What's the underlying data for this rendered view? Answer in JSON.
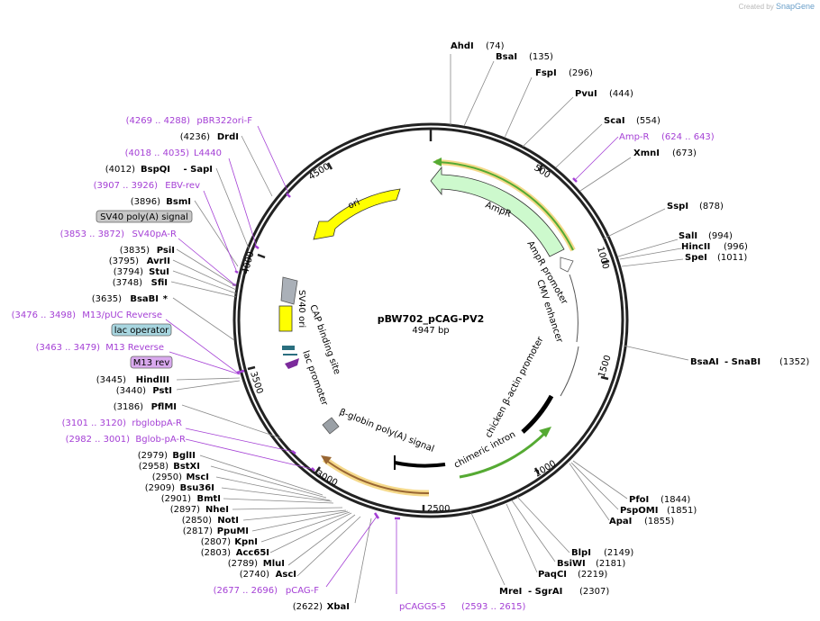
{
  "credit": {
    "created_by": "Created by",
    "product": "SnapGene"
  },
  "plasmid": {
    "name": "pBW702_pCAG-PV2",
    "size": "4947 bp"
  },
  "ticks": [
    "500",
    "1000",
    "1500",
    "2000",
    "2500",
    "3000",
    "3500",
    "4000",
    "4500"
  ],
  "colors": {
    "site_line": "#777777",
    "primer": "#a43fd5",
    "backbone": "#222222",
    "feature_fill_ampr": "#cdf9cd",
    "ori": "#ffff00",
    "text": "#000000"
  },
  "sites": [
    {
      "name": "AhdI",
      "pos": "(74)",
      "kind": "enzyme"
    },
    {
      "name": "BsaI",
      "pos": "(135)",
      "kind": "enzyme"
    },
    {
      "name": "FspI",
      "pos": "(296)",
      "kind": "enzyme"
    },
    {
      "name": "PvuI",
      "pos": "(444)",
      "kind": "enzyme"
    },
    {
      "name": "ScaI",
      "pos": "(554)",
      "kind": "enzyme"
    },
    {
      "name": "Amp-R",
      "pos": "(624 .. 643)",
      "kind": "primer"
    },
    {
      "name": "XmnI",
      "pos": "(673)",
      "kind": "enzyme"
    },
    {
      "name": "SspI",
      "pos": "(878)",
      "kind": "enzyme"
    },
    {
      "name": "SalI",
      "pos": "(994)",
      "kind": "enzyme"
    },
    {
      "name": "HincII",
      "pos": "(996)",
      "kind": "enzyme"
    },
    {
      "name": "SpeI",
      "pos": "(1011)",
      "kind": "enzyme"
    },
    {
      "name": "BsaAI",
      "name2": "SnaBI",
      "pos": "(1352)",
      "kind": "enzyme"
    },
    {
      "name": "PfoI",
      "pos": "(1844)",
      "kind": "enzyme"
    },
    {
      "name": "PspOMI",
      "pos": "(1851)",
      "kind": "enzyme"
    },
    {
      "name": "ApaI",
      "pos": "(1855)",
      "kind": "enzyme"
    },
    {
      "name": "BlpI",
      "pos": "(2149)",
      "kind": "enzyme"
    },
    {
      "name": "BsiWI",
      "pos": "(2181)",
      "kind": "enzyme"
    },
    {
      "name": "PaqCI",
      "pos": "(2219)",
      "kind": "enzyme"
    },
    {
      "name": "MreI",
      "name2": "SgrAI",
      "pos": "(2307)",
      "kind": "enzyme"
    },
    {
      "name": "pCAGGS-5",
      "pos": "(2593 .. 2615)",
      "kind": "primer"
    },
    {
      "name": "XbaI",
      "pos": "(2622)",
      "kind": "enzyme"
    },
    {
      "name": "pCAG-F",
      "pos": "(2677 .. 2696)",
      "kind": "primer"
    },
    {
      "name": "AscI",
      "pos": "(2740)",
      "kind": "enzyme"
    },
    {
      "name": "MluI",
      "pos": "(2789)",
      "kind": "enzyme"
    },
    {
      "name": "Acc65I",
      "pos": "(2803)",
      "kind": "enzyme"
    },
    {
      "name": "KpnI",
      "pos": "(2807)",
      "kind": "enzyme"
    },
    {
      "name": "PpuMI",
      "pos": "(2817)",
      "kind": "enzyme"
    },
    {
      "name": "NotI",
      "pos": "(2850)",
      "kind": "enzyme"
    },
    {
      "name": "NheI",
      "pos": "(2897)",
      "kind": "enzyme"
    },
    {
      "name": "BmtI",
      "pos": "(2901)",
      "kind": "enzyme"
    },
    {
      "name": "Bsu36I",
      "pos": "(2909)",
      "kind": "enzyme"
    },
    {
      "name": "MscI",
      "pos": "(2950)",
      "kind": "enzyme"
    },
    {
      "name": "BstXI",
      "pos": "(2958)",
      "kind": "enzyme"
    },
    {
      "name": "BglII",
      "pos": "(2979)",
      "kind": "enzyme"
    },
    {
      "name": "Bglob-pA-R",
      "pos": "(2982 .. 3001)",
      "kind": "primer"
    },
    {
      "name": "rbglobpA-R",
      "pos": "(3101 .. 3120)",
      "kind": "primer"
    },
    {
      "name": "PflMI",
      "pos": "(3186)",
      "kind": "enzyme"
    },
    {
      "name": "PstI",
      "pos": "(3440)",
      "kind": "enzyme"
    },
    {
      "name": "HindIII",
      "pos": "(3445)",
      "kind": "enzyme"
    },
    {
      "name": "M13 rev",
      "kind": "feature_box"
    },
    {
      "name": "M13 Reverse",
      "pos": "(3463 .. 3479)",
      "kind": "primer"
    },
    {
      "name": "lac operator",
      "kind": "feature_box"
    },
    {
      "name": "M13/pUC Reverse",
      "pos": "(3476 .. 3498)",
      "kind": "primer"
    },
    {
      "name": "BsaBI",
      "pos": "(3635)",
      "kind": "enzyme",
      "star": "*"
    },
    {
      "name": "SfiI",
      "pos": "(3748)",
      "kind": "enzyme"
    },
    {
      "name": "StuI",
      "pos": "(3794)",
      "kind": "enzyme"
    },
    {
      "name": "AvrII",
      "pos": "(3795)",
      "kind": "enzyme"
    },
    {
      "name": "PsiI",
      "pos": "(3835)",
      "kind": "enzyme"
    },
    {
      "name": "SV40pA-R",
      "pos": "(3853 .. 3872)",
      "kind": "primer"
    },
    {
      "name": "SV40 poly(A) signal",
      "kind": "feature_box"
    },
    {
      "name": "BsmI",
      "pos": "(3896)",
      "kind": "enzyme"
    },
    {
      "name": "EBV-rev",
      "pos": "(3907 .. 3926)",
      "kind": "primer"
    },
    {
      "name": "BspQI",
      "name2": "SapI",
      "pos": "(4012)",
      "kind": "enzyme"
    },
    {
      "name": "L4440",
      "pos": "(4018 .. 4035)",
      "kind": "primer"
    },
    {
      "name": "DrdI",
      "pos": "(4236)",
      "kind": "enzyme"
    },
    {
      "name": "pBR322ori-F",
      "pos": "(4269 .. 4288)",
      "kind": "primer"
    }
  ],
  "features": [
    {
      "name": "AmpR"
    },
    {
      "name": "AmpR promoter"
    },
    {
      "name": "CMV enhancer"
    },
    {
      "name": "chicken β-actin promoter"
    },
    {
      "name": "chimeric intron"
    },
    {
      "name": "β-globin poly(A) signal"
    },
    {
      "name": "lac promoter"
    },
    {
      "name": "CAP binding site"
    },
    {
      "name": "SV40 ori"
    },
    {
      "name": "ori"
    }
  ]
}
